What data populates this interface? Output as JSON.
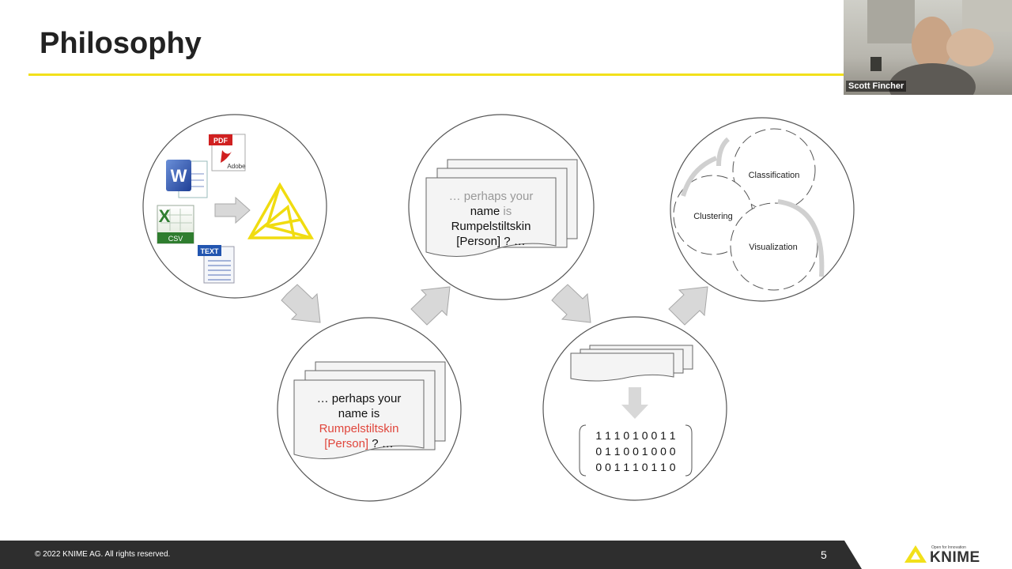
{
  "slide": {
    "title": "Philosophy",
    "page_number": "5",
    "copyright": "© 2022 KNIME AG. All rights reserved."
  },
  "webcam": {
    "name": "Scott Fincher"
  },
  "brand": {
    "logo_text": "KNIME",
    "tagline": "Open for Innovation",
    "accent_color": "#f2e01a"
  },
  "circle1": {
    "pdf_label": "PDF",
    "adobe_label": "Adobe",
    "csv_label": "CSV",
    "text_label": "TEXT"
  },
  "circle2": {
    "line1": "… perhaps your",
    "line2": "name is",
    "line3": "Rumpelstiltskin",
    "line4_red": "[Person]",
    "line4_rest": " ? …"
  },
  "circle3": {
    "line1": "… perhaps your",
    "line2_a": "name ",
    "line2_b": "is",
    "line3": "Rumpelstiltskin",
    "line4": "[Person] ? …"
  },
  "circle4": {
    "bits": [
      "1 1 1 0 1 0 0 1 1",
      "0 1 1 0 0 1 0 0 0",
      "0 0 1 1 1 0 1 1 0"
    ]
  },
  "circle5": {
    "gear1": "Classification",
    "gear2": "Clustering",
    "gear3": "Visualization"
  }
}
